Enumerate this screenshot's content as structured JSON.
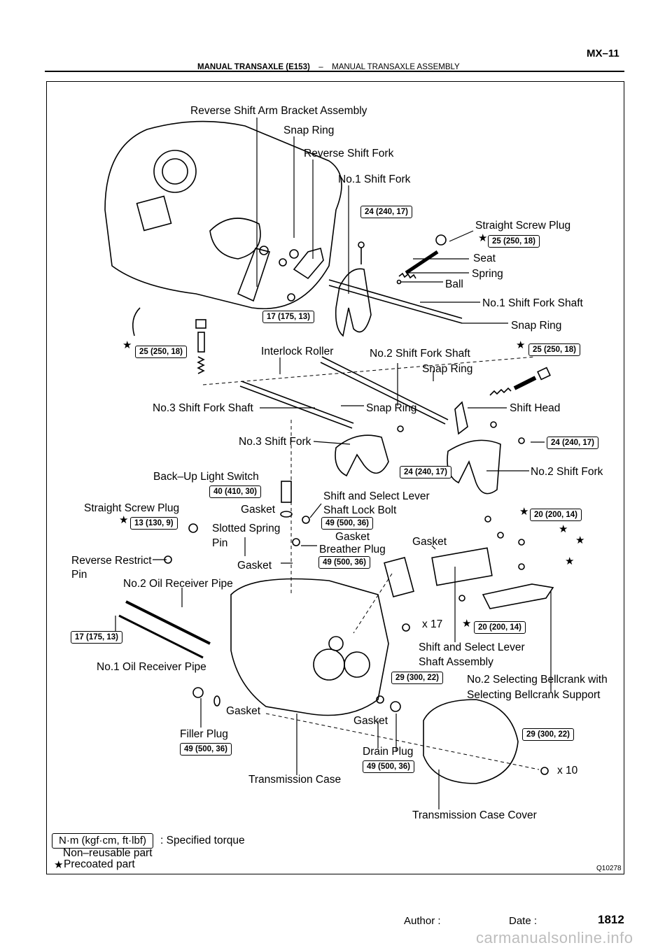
{
  "header": {
    "page_code": "MX–11",
    "section_title": "MANUAL TRANSAXLE (E153)",
    "dash": "–",
    "subsection": "MANUAL TRANSAXLE ASSEMBLY"
  },
  "labels": {
    "reverse_shift_arm_bracket": "Reverse Shift Arm Bracket Assembly",
    "snap_ring_1": "Snap Ring",
    "reverse_shift_fork": "Reverse Shift Fork",
    "no1_shift_fork": "No.1 Shift Fork",
    "straight_screw_plug_1": "Straight Screw Plug",
    "seat": "Seat",
    "spring": "Spring",
    "ball": "Ball",
    "no1_shift_fork_shaft": "No.1 Shift Fork Shaft",
    "snap_ring_2": "Snap Ring",
    "interlock_roller": "Interlock Roller",
    "no2_shift_fork_shaft": "No.2 Shift Fork Shaft",
    "snap_ring_3": "Snap Ring",
    "no3_shift_fork_shaft": "No.3 Shift Fork Shaft",
    "snap_ring_4": "Snap Ring",
    "shift_head": "Shift Head",
    "no3_shift_fork": "No.3 Shift Fork",
    "no2_shift_fork": "No.2 Shift Fork",
    "back_up_light_switch": "Back–Up Light Switch",
    "shift_select_lock_bolt_1": "Shift and Select Lever",
    "shift_select_lock_bolt_2": "Shaft Lock Bolt",
    "straight_screw_plug_2": "Straight Screw Plug",
    "gasket_1": "Gasket",
    "slotted_spring_pin_1": "Slotted Spring",
    "slotted_spring_pin_2": "Pin",
    "gasket_2": "Gasket",
    "breather_plug": "Breather Plug",
    "gasket_3": "Gasket",
    "reverse_restrict_pin_1": "Reverse Restrict",
    "reverse_restrict_pin_2": "Pin",
    "gasket_4": "Gasket",
    "no2_oil_receiver_pipe": "No.2 Oil Receiver Pipe",
    "x17": "x 17",
    "shift_select_assembly_1": "Shift and Select Lever",
    "shift_select_assembly_2": "Shaft Assembly",
    "no1_oil_receiver_pipe": "No.1 Oil Receiver Pipe",
    "bellcrank_1": "No.2 Selecting Bellcrank with",
    "bellcrank_2": "Selecting Bellcrank Support",
    "gasket_5": "Gasket",
    "gasket_6": "Gasket",
    "filler_plug": "Filler Plug",
    "drain_plug": "Drain Plug",
    "x10": "x 10",
    "transmission_case": "Transmission Case",
    "transmission_case_cover": "Transmission Case Cover"
  },
  "torques": {
    "t_24_top": "24 (240, 17)",
    "t_25_plug": "25 (250, 18)",
    "t_17_bracket": "17 (175, 13)",
    "t_25_left": "25 (250, 18)",
    "t_25_right": "25 (250, 18)",
    "t_24_right": "24 (240, 17)",
    "t_24_mid": "24 (240, 17)",
    "t_40": "40 (410, 30)",
    "t_49_lock": "49 (500, 36)",
    "t_13": "13 (130, 9)",
    "t_49_breather": "49 (500, 36)",
    "t_20_top": "20 (200, 14)",
    "t_20_bottom": "20 (200, 14)",
    "t_17_pipe": "17 (175, 13)",
    "t_29_mid": "29 (300, 22)",
    "t_29_right": "29 (300, 22)",
    "t_49_filler": "49 (500, 36)",
    "t_49_drain": "49 (500, 36)"
  },
  "legend": {
    "unit_box": "N·m (kgf·cm, ft·lbf)",
    "specified_torque": ": Specified torque",
    "non_reusable": "Non–reusable part",
    "precoated": "Precoated part",
    "star": "★"
  },
  "figure_code": "Q10278",
  "footer": {
    "author": "Author :",
    "date": "Date :",
    "page_number": "1812"
  },
  "watermark": "carmanualsonline.info"
}
